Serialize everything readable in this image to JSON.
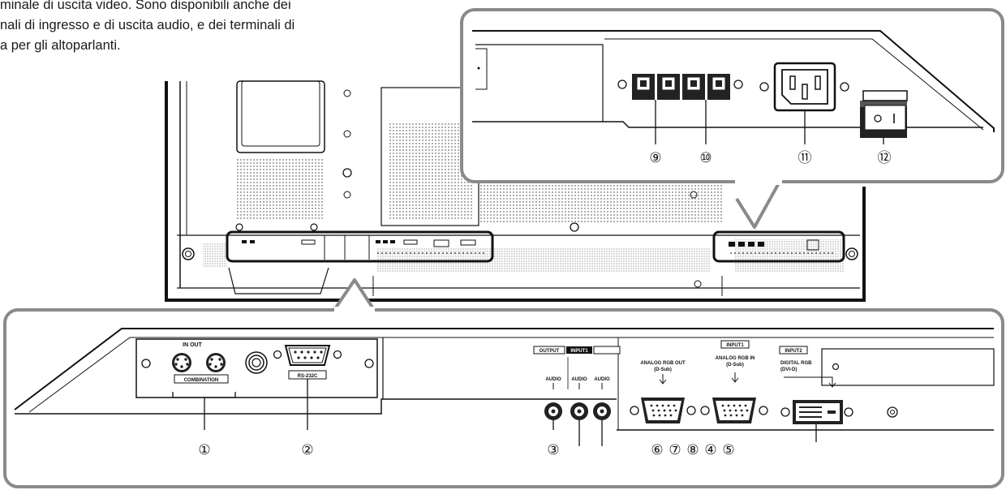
{
  "intro_text": {
    "line1": "minale di uscita video. Sono disponibili anche dei",
    "line2": "nali di ingresso e di uscita audio, e dei terminali di",
    "line3": "a per gli altoparlanti."
  },
  "bottom_panel": {
    "in_out_label": "IN OUT",
    "combination_label": "COMBINATION",
    "rs232c_label": "RS-232C",
    "output_label": "OUTPUT",
    "input_label": "INPUT1",
    "audio_label_1": "AUDIO",
    "audio_label_2": "AUDIO",
    "audio_label_3": "AUDIO",
    "analog_rgb_out_label": "ANALOG RGB OUT",
    "analog_rgb_out_sub": "(D-Sub)",
    "input1_label": "INPUT1",
    "analog_rgb_in_label": "ANALOG RGB IN",
    "analog_rgb_in_sub": "(D-Sub)",
    "input2_label": "INPUT2",
    "digital_rgb_label": "DIGITAL RGB",
    "digital_rgb_sub": "(DVI-D)"
  },
  "callouts": {
    "c1": "①",
    "c2": "②",
    "c3": "③",
    "c6": "⑥",
    "c7": "⑦",
    "c8": "⑧",
    "c4": "④",
    "c5": "⑤",
    "c9": "⑨",
    "c10": "⑩",
    "c11": "⑪",
    "c12": "⑫"
  },
  "colors": {
    "stroke": "#1a1a1a",
    "frame_gray": "#8a8a8a",
    "panel_fill": "#ffffff",
    "dark_fill": "#222222"
  }
}
